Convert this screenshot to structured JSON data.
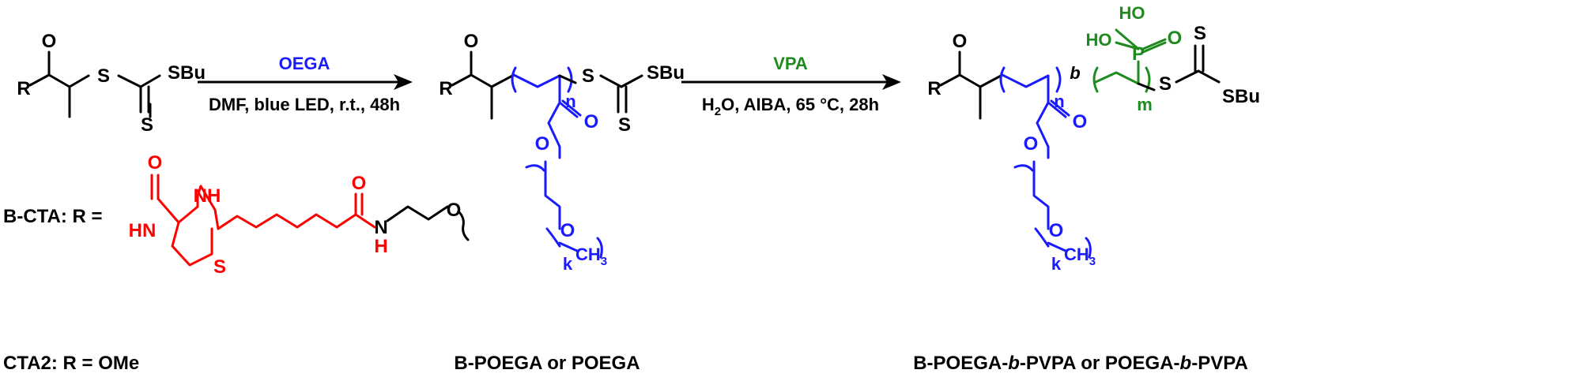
{
  "colors": {
    "black": "#000000",
    "blue": "#1a1aff",
    "red": "#ff0000",
    "green": "#1f8a1f"
  },
  "atoms": {
    "O": "O",
    "R": "R",
    "S": "S",
    "SBu": "SBu",
    "n": "n",
    "m": "m",
    "k": "k",
    "b": "b",
    "P": "P",
    "HO": "HO",
    "NH": "NH",
    "HN": "HN",
    "H": "H",
    "N": "N",
    "CH": "CH",
    "sub3": "3"
  },
  "reaction1": {
    "reagent": "OEGA",
    "conditions": "DMF, blue LED, r.t., 48h"
  },
  "reaction2": {
    "reagent": "VPA",
    "cond_h": "H",
    "cond_sub2": "2",
    "cond_rest": "O, AIBA, 65 °C, 28h"
  },
  "labels": {
    "bcta": "B-CTA: R =",
    "cta2": "CTA2: R = OMe",
    "product1": "B-POEGA or POEGA",
    "product2_a": "B-POEGA-",
    "product2_b": "b",
    "product2_c": "-PVPA or POEGA-",
    "product2_d": "b",
    "product2_e": "-PVPA"
  }
}
